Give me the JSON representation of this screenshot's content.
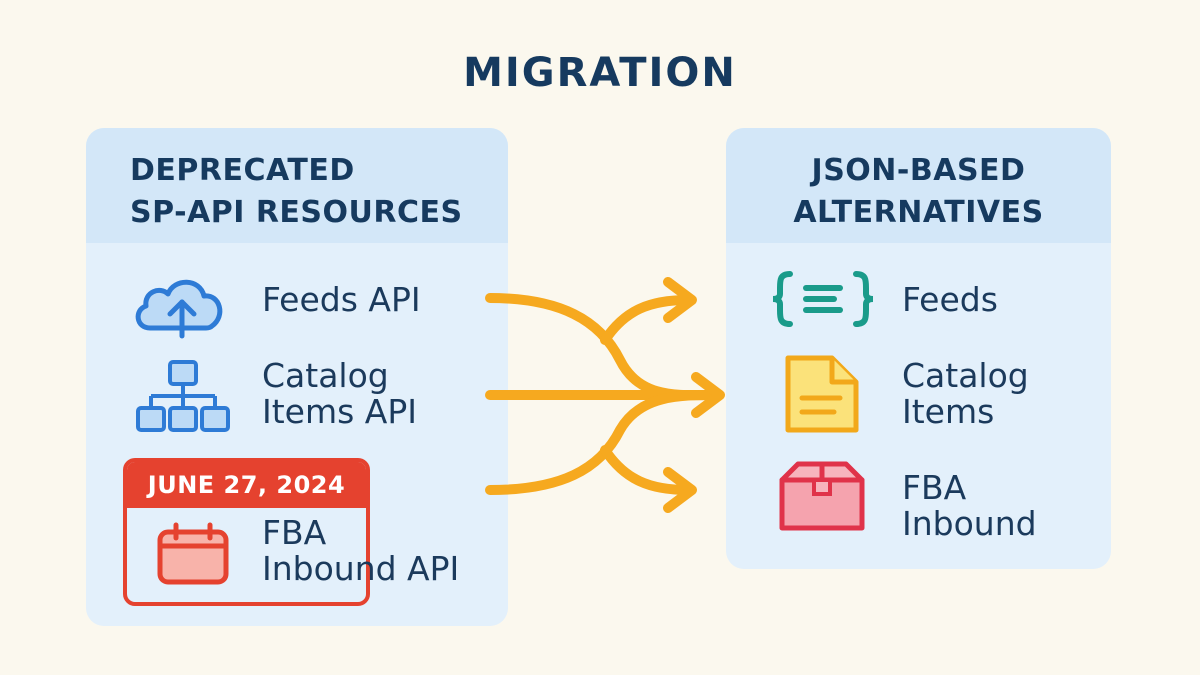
{
  "title": "MIGRATION",
  "left": {
    "heading_line1": "DEPRECATED",
    "heading_line2": "SP-API RESOURCES",
    "items": [
      {
        "line1": "Feeds API",
        "line2": "",
        "icon": "cloud-upload-icon"
      },
      {
        "line1": "Catalog",
        "line2": "Items API",
        "icon": "hierarchy-icon"
      },
      {
        "line1": "FBA",
        "line2": "Inbound API",
        "icon": "calendar-icon"
      }
    ],
    "deadline": "JUNE 27, 2024"
  },
  "right": {
    "heading_line1": "JSON-BASED",
    "heading_line2": "ALTERNATIVES",
    "items": [
      {
        "line1": "Feeds",
        "line2": "",
        "icon": "json-braces-icon"
      },
      {
        "line1": "Catalog",
        "line2": "Items",
        "icon": "document-icon"
      },
      {
        "line1": "FBA",
        "line2": "Inbound",
        "icon": "box-icon"
      }
    ]
  },
  "colors": {
    "arrow": "#f6a91f",
    "deadline": "#e5422f",
    "title": "#163a5f",
    "icon_blue": "#2e7bd6",
    "json_teal": "#1a9b8a"
  }
}
